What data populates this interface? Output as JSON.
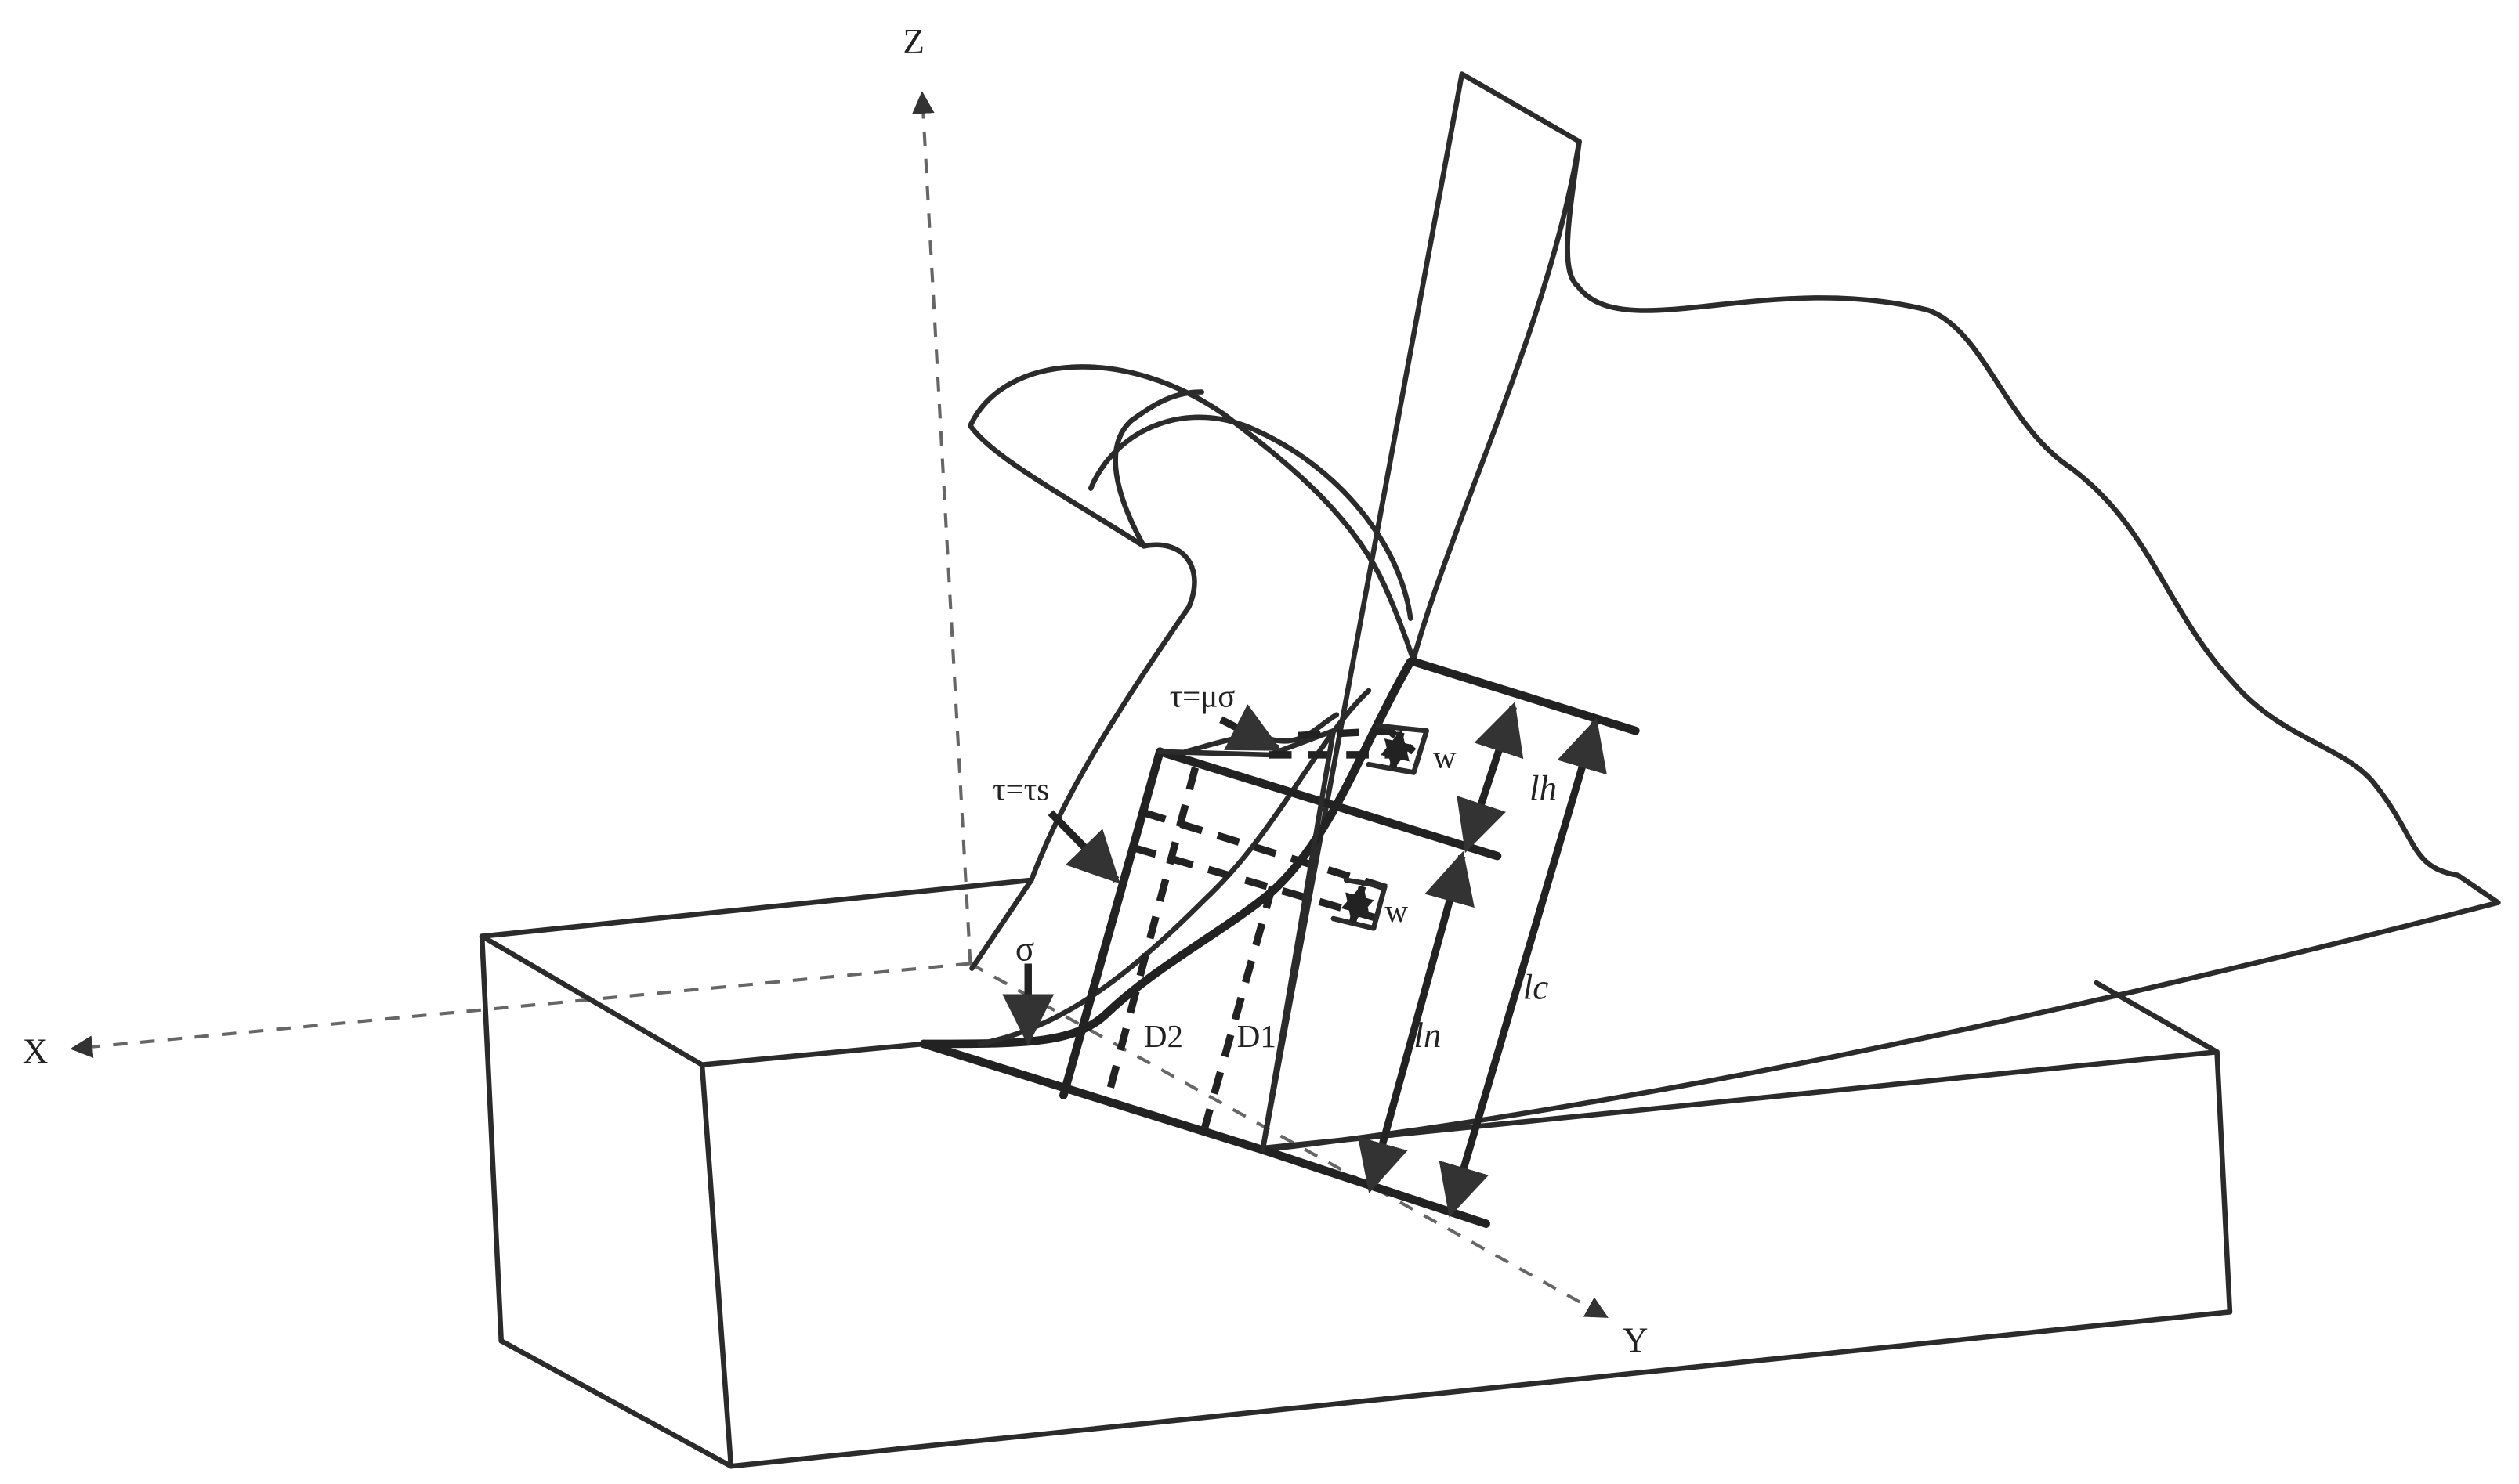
{
  "axes": {
    "x": "X",
    "y": "Y",
    "z": "Z"
  },
  "labels": {
    "sigma": "σ",
    "tau_s": "τ=τs",
    "tau_mu": "τ=μσ",
    "w_upper": "w",
    "w_lower": "w",
    "l_h": "lh",
    "l_n": "ln",
    "l_c": "lc",
    "d1": "D1",
    "d2": "D2"
  }
}
